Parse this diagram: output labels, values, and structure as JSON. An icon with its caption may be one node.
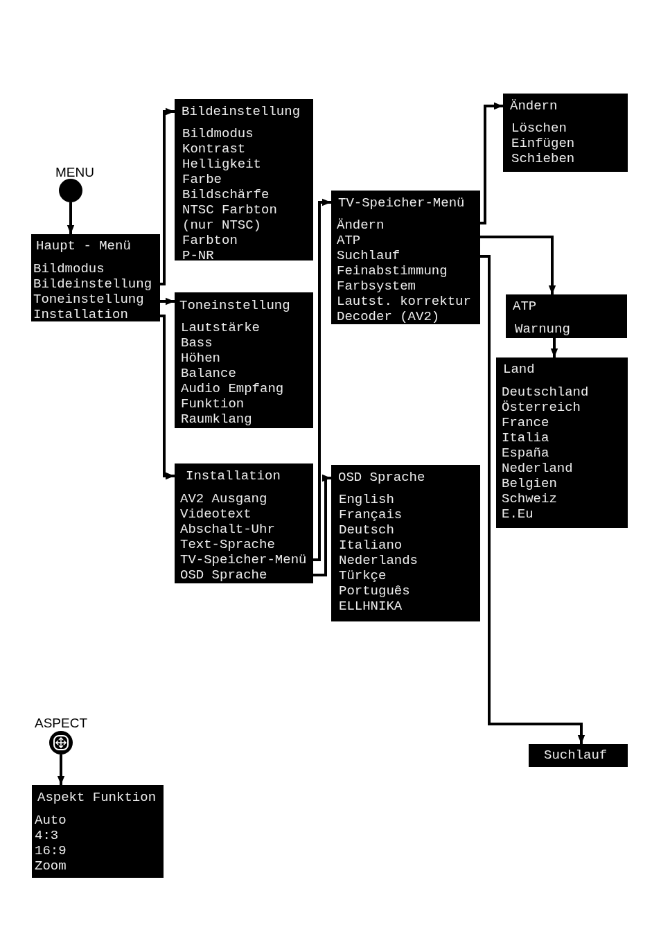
{
  "diagram": {
    "nodes": [
      {
        "text": [],
        "shape": "circle",
        "beside": [
          "MENU"
        ]
      },
      {
        "text": [
          "Haupt - Menü",
          "Bildmodus",
          "Bildeinstellung",
          "Toneinstellung",
          "Installation"
        ]
      },
      {
        "text": [
          "Bildeinstellung",
          "Bildmodus",
          "Kontrast",
          "Helligkeit",
          "Farbe",
          "Bildschärfe",
          "NTSC Farbton (nur NTSC)",
          "Farbton",
          "P-NR"
        ]
      },
      {
        "text": [
          "Toneinstellung",
          "Lautstärke",
          "Bass",
          "Höhen",
          "Balance",
          "Audio Empfang",
          "Funktion",
          "Raumklang"
        ]
      },
      {
        "text": [
          "Installation",
          "AV2 Ausgang",
          "Videotext",
          "Abschalt-Uhr",
          "Text-Sprache",
          "TV-Speicher-Menü",
          "OSD Sprache"
        ]
      },
      {
        "text": [
          "TV-Speicher-Menü",
          "Ändern",
          "ATP",
          "Suchlauf",
          "Feinabstimmung",
          "Farbsystem",
          "Lautst. korrektur",
          "Decoder (AV2)"
        ]
      },
      {
        "text": [
          "OSD Sprache",
          "English",
          "Français",
          "Deutsch",
          "Italiano",
          "Nederlands",
          "Türkçe",
          "Português",
          "ELLHNIKA"
        ]
      },
      {
        "text": [
          "Ändern",
          "Löschen",
          "Einfügen",
          "Schieben"
        ]
      },
      {
        "text": [
          "ATP",
          "Warnung"
        ]
      },
      {
        "text": [
          "Land",
          "Deutschland",
          "Österreich",
          "France",
          "Italia",
          "España",
          "Nederland",
          "Belgien",
          "Schweiz",
          "E.Eu"
        ]
      },
      {
        "text": [
          "Suchlauf"
        ]
      },
      {
        "text": [],
        "shape": "circle",
        "beside": [
          "ASPECT"
        ]
      },
      {
        "text": [
          "Aspekt Funktion",
          "Auto",
          "4:3",
          "16:9",
          "Zoom"
        ]
      }
    ],
    "edges": [
      {
        "from": 0,
        "to": 1,
        "arrow": "to"
      },
      {
        "from": 1,
        "to": 2,
        "arrow": "to"
      },
      {
        "from": 1,
        "to": 3,
        "arrow": "to"
      },
      {
        "from": 1,
        "to": 4,
        "arrow": "to"
      },
      {
        "from": 4,
        "to": 5,
        "arrow": "to"
      },
      {
        "from": 4,
        "to": 6,
        "arrow": "to"
      },
      {
        "from": 5,
        "to": 7,
        "arrow": "to"
      },
      {
        "from": 5,
        "to": 8,
        "arrow": "to"
      },
      {
        "from": 8,
        "to": 9,
        "arrow": "to"
      },
      {
        "from": 5,
        "to": 10,
        "arrow": "to"
      },
      {
        "from": 11,
        "to": 12,
        "arrow": "to"
      }
    ]
  }
}
